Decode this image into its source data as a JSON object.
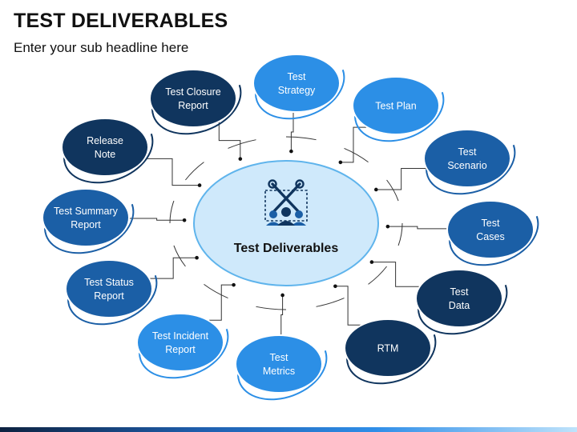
{
  "header": {
    "title": "TEST DELIVERABLES",
    "subtitle": "Enter your sub headline here"
  },
  "center": {
    "label": "Test Deliverables",
    "icon": "tools-team-icon"
  },
  "colors": {
    "dark_navy": "#10355e",
    "medium_blue": "#1b5fa6",
    "bright_blue": "#2c8fe6",
    "center_fill": "#cfe9fb",
    "center_stroke": "#5fb4ec"
  },
  "nodes": [
    {
      "id": "test-strategy",
      "lines": [
        "Test",
        "Strategy"
      ],
      "tone": "bright"
    },
    {
      "id": "test-plan",
      "lines": [
        "Test Plan"
      ],
      "tone": "bright"
    },
    {
      "id": "test-scenario",
      "lines": [
        "Test",
        "Scenario"
      ],
      "tone": "medium"
    },
    {
      "id": "test-cases",
      "lines": [
        "Test",
        "Cases"
      ],
      "tone": "medium"
    },
    {
      "id": "test-data",
      "lines": [
        "Test",
        "Data"
      ],
      "tone": "dark"
    },
    {
      "id": "rtm",
      "lines": [
        "RTM"
      ],
      "tone": "dark"
    },
    {
      "id": "test-metrics",
      "lines": [
        "Test",
        "Metrics"
      ],
      "tone": "bright"
    },
    {
      "id": "test-incident-report",
      "lines": [
        "Test Incident",
        "Report"
      ],
      "tone": "bright"
    },
    {
      "id": "test-status-report",
      "lines": [
        "Test Status",
        "Report"
      ],
      "tone": "medium"
    },
    {
      "id": "test-summary-report",
      "lines": [
        "Test Summary",
        "Report"
      ],
      "tone": "medium"
    },
    {
      "id": "release-note",
      "lines": [
        "Release",
        "Note"
      ],
      "tone": "dark"
    },
    {
      "id": "test-closure-report",
      "lines": [
        "Test Closure",
        "Report"
      ],
      "tone": "dark"
    }
  ]
}
